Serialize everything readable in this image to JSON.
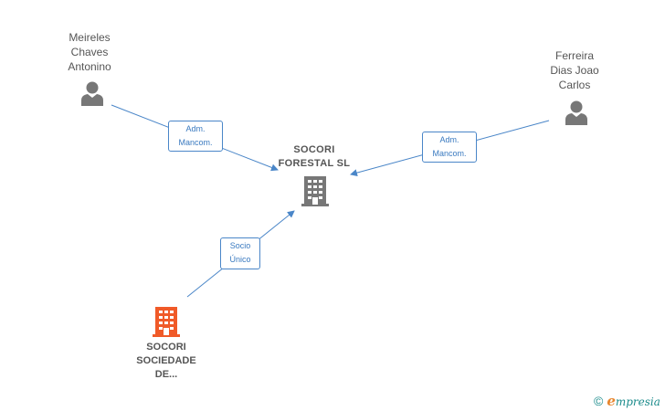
{
  "nodes": {
    "person_left": {
      "name": "Meireles\nChaves\nAntonino"
    },
    "person_right": {
      "name": "Ferreira\nDias Joao\nCarlos"
    },
    "company_center": {
      "name": "SOCORI\nFORESTAL  SL"
    },
    "company_bottom": {
      "name": "SOCORI\nSOCIEDADE\nDE..."
    }
  },
  "edges": {
    "left_to_center": {
      "label": "Adm.\nMancom."
    },
    "right_to_center": {
      "label": "Adm.\nMancom."
    },
    "bottom_to_center": {
      "label": "Socio\nÚnico"
    }
  },
  "colors": {
    "edge": "#4a86c8",
    "person_icon": "#777777",
    "company_icon_main": "#777777",
    "company_icon_highlight": "#f05a28",
    "brand": "#1a8b8b"
  },
  "footer": {
    "copyright_symbol": "©",
    "brand_initial": "e",
    "brand_rest": "mpresia"
  }
}
